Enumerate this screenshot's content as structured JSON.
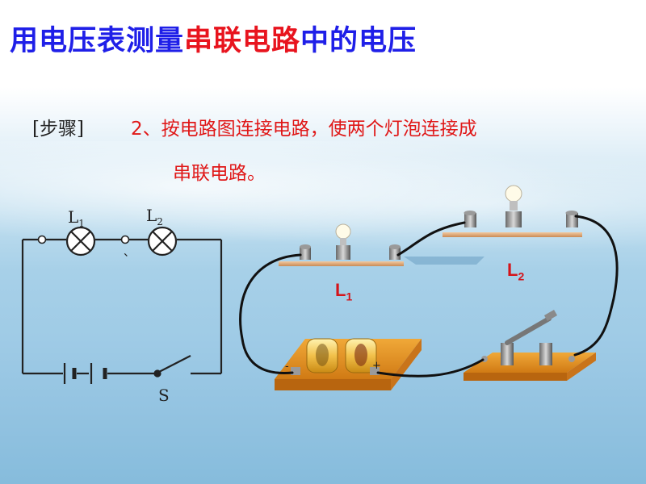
{
  "title": {
    "part1": "用电压表测量",
    "part2": "串联电路",
    "part3": "中的电压"
  },
  "step": {
    "label": "[步骤]",
    "line1": "2、按电路图连接电路，使两个灯泡连接成",
    "line2": "串联电路。"
  },
  "diagram": {
    "lamp1_label": "L",
    "lamp1_sub": "1",
    "lamp2_label": "L",
    "lamp2_sub": "2",
    "switch_label": "S",
    "mark": "、"
  },
  "photo": {
    "lamp1_label": "L",
    "lamp1_sub": "1",
    "lamp2_label": "L",
    "lamp2_sub": "2",
    "battery_minus": "-",
    "battery_plus": "+"
  },
  "colors": {
    "title_blue": "#1f1fe8",
    "title_red": "#e8141e",
    "step_red": "#e01818"
  }
}
